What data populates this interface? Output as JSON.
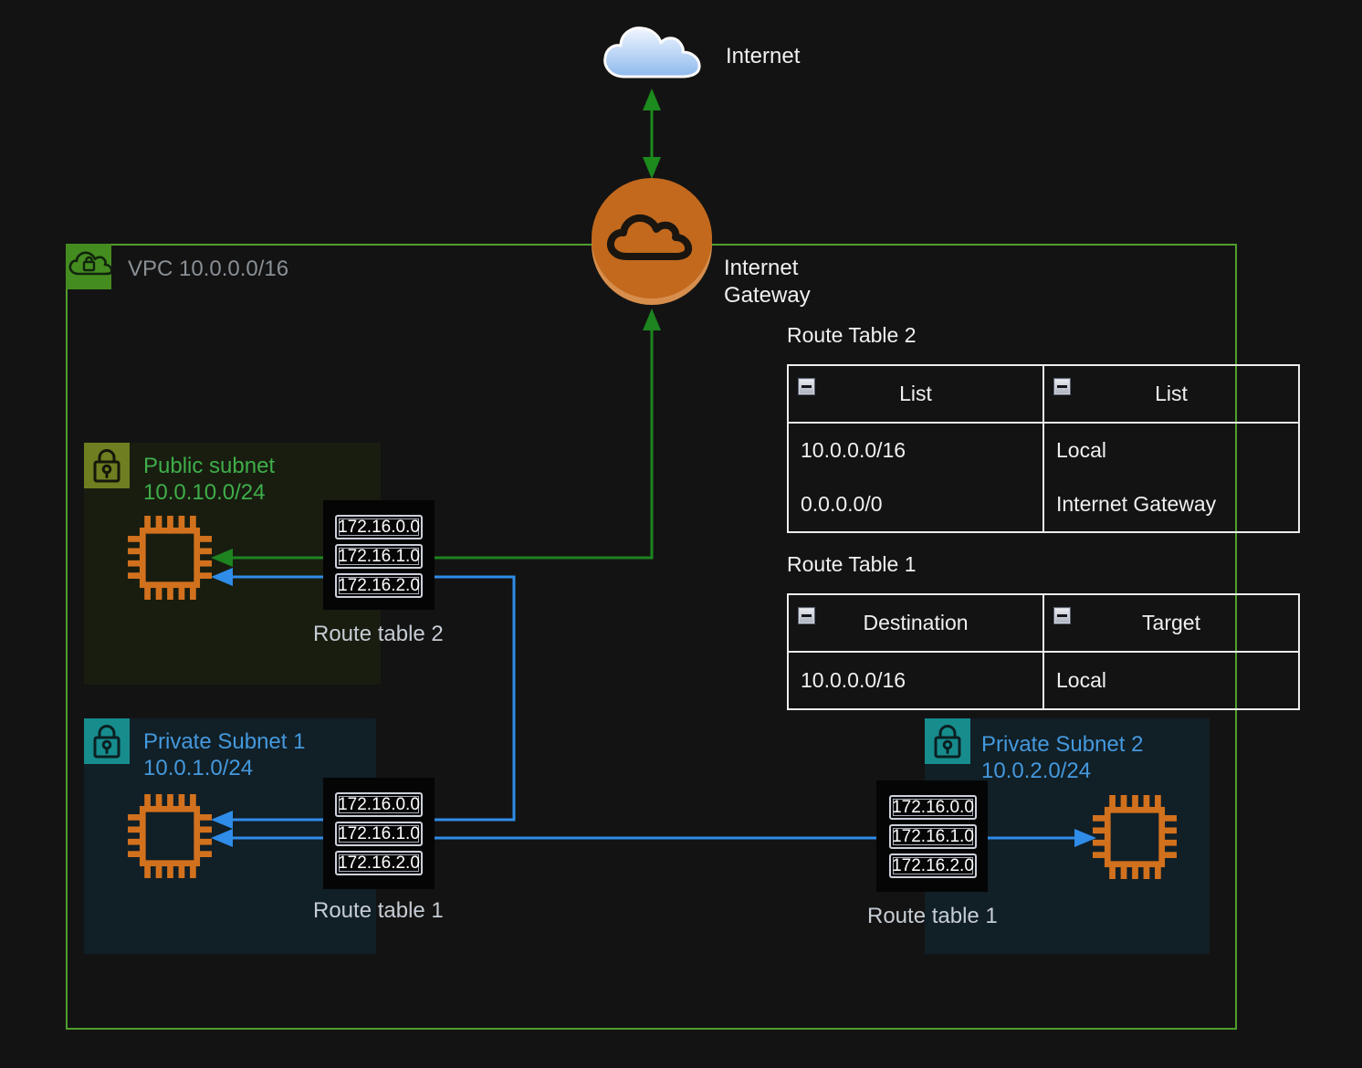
{
  "internet": {
    "label": "Internet"
  },
  "internet_gateway": {
    "label_line1": "Internet",
    "label_line2": "Gateway"
  },
  "vpc": {
    "label": "VPC 10.0.0.0/16"
  },
  "subnets": [
    {
      "title": "Public subnet",
      "cidr": "10.0.10.0/24"
    },
    {
      "title": "Private Subnet 1",
      "cidr": "10.0.1.0/24"
    },
    {
      "title": "Private Subnet 2",
      "cidr": "10.0.2.0/24"
    }
  ],
  "route_stacks": [
    {
      "label": "Route table 2",
      "entries": [
        "172.16.0.0",
        "172.16.1.0",
        "172.16.2.0"
      ]
    },
    {
      "label": "Route table 1",
      "entries": [
        "172.16.0.0",
        "172.16.1.0",
        "172.16.2.0"
      ]
    },
    {
      "label": "Route table 1",
      "entries": [
        "172.16.0.0",
        "172.16.1.0",
        "172.16.2.0"
      ]
    }
  ],
  "tables": [
    {
      "title": "Route Table 2",
      "columns": [
        "List",
        "List"
      ],
      "rows": [
        [
          "10.0.0.0/16",
          "Local"
        ],
        [
          "0.0.0.0/0",
          "Internet Gateway"
        ]
      ]
    },
    {
      "title": "Route Table 1",
      "columns": [
        "Destination",
        "Target"
      ],
      "rows": [
        [
          "10.0.0.0/16",
          "Local"
        ]
      ]
    }
  ],
  "colors": {
    "background": "#131313",
    "vpc_border_green": "#4f9e2d",
    "arrow_green": "#1d8420",
    "arrow_blue": "#2f8ce8",
    "gateway_orange": "#c2691e",
    "chip_orange": "#d2711d",
    "public_icon_olive": "#6e7e20",
    "private_icon_teal": "#178c8d",
    "vpc_icon_green": "#458c20",
    "public_text_green": "#3fae49",
    "private_text_blue": "#4499dd"
  }
}
